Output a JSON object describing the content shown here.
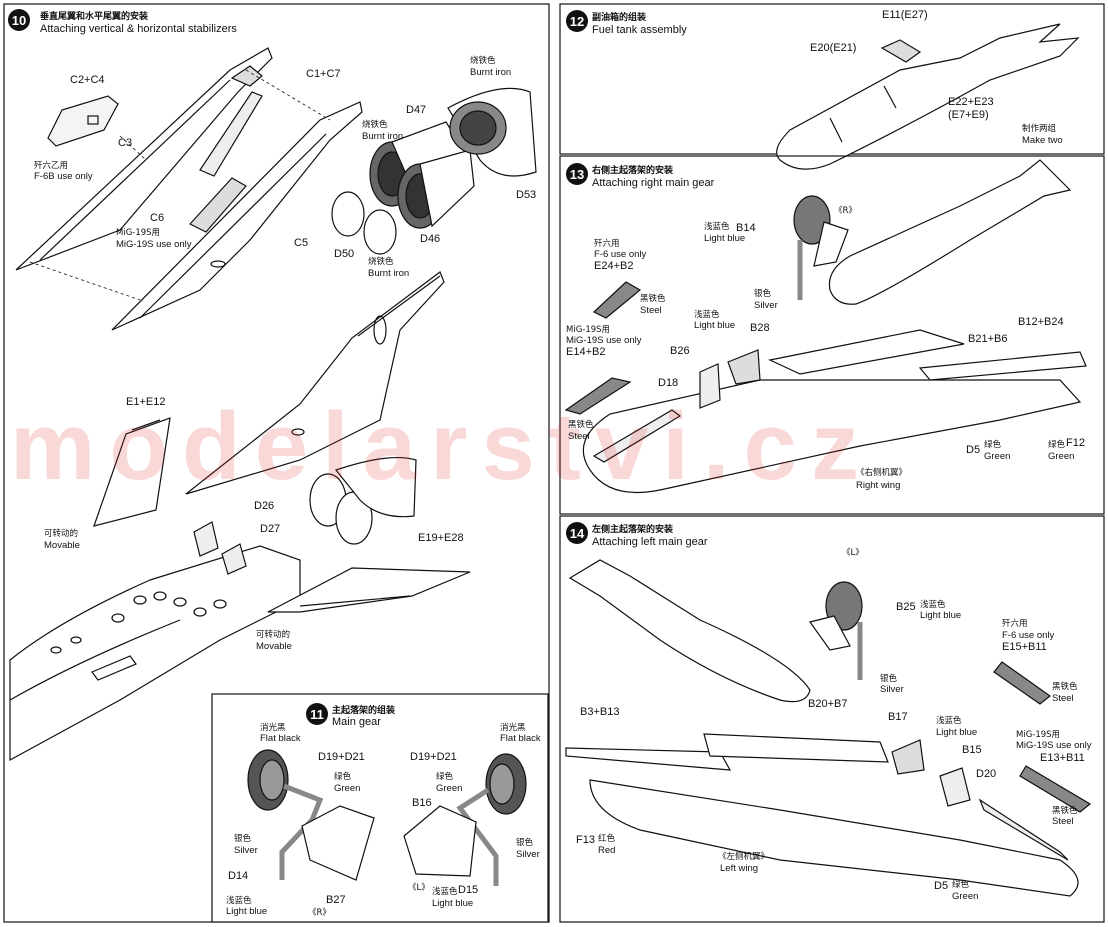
{
  "watermark": "modelarstvi.cz",
  "step10": {
    "num": "10",
    "title_cn": "垂直尾翼和水平尾翼的安装",
    "title_en": "Attaching vertical & horizontal stabilizers",
    "labels": {
      "c2c4": "C2+C4",
      "c1c7": "C1+C7",
      "c3": "C3",
      "c6": "C6",
      "c5": "C5",
      "f6b_cn": "歼六乙用",
      "f6b_en": "F-6B use only",
      "mig_cn": "MiG-19S用",
      "mig_en": "MiG-19S use only",
      "d47": "D47",
      "d50": "D50",
      "d46": "D46",
      "d53": "D53",
      "burnt1_cn": "烧铁色",
      "burnt1_en": "Burnt iron",
      "burnt2_cn": "烧铁色",
      "burnt2_en": "Burnt iron",
      "burnt3_cn": "烧铁色",
      "burnt3_en": "Burnt iron",
      "e1e12": "E1+E12",
      "d26": "D26",
      "d27": "D27",
      "e19e28": "E19+E28",
      "movable1_cn": "可转动的",
      "movable1_en": "Movable",
      "movable2_cn": "可转动的",
      "movable2_en": "Movable"
    }
  },
  "step11": {
    "num": "11",
    "title_cn": "主起落架的组装",
    "title_en": "Main gear",
    "labels": {
      "flat1_cn": "消光黑",
      "flat1_en": "Flat black",
      "flat2_cn": "消光黑",
      "flat2_en": "Flat black",
      "d19d21a": "D19+D21",
      "d19d21b": "D19+D21",
      "green1_cn": "绿色",
      "green1_en": "Green",
      "green2_cn": "绿色",
      "green2_en": "Green",
      "silver1_cn": "银色",
      "silver1_en": "Silver",
      "silver2_cn": "银色",
      "silver2_en": "Silver",
      "d14": "D14",
      "d15": "D15",
      "b27": "B27",
      "b16": "B16",
      "lb1_cn": "浅蓝色",
      "lb1_en": "Light blue",
      "lb2_cn": "浅蓝色",
      "lb2_en": "Light blue",
      "r": "《R》",
      "l": "《L》"
    }
  },
  "step12": {
    "num": "12",
    "title_cn": "副油箱的组装",
    "title_en": "Fuel tank assembly",
    "labels": {
      "e11": "E11(E27)",
      "e20": "E20(E21)",
      "e22": "E22+E23",
      "e7": "(E7+E9)",
      "make_cn": "制作两组",
      "make_en": "Make two"
    }
  },
  "step13": {
    "num": "13",
    "title_cn": "右侧主起落架的安装",
    "title_en": "Attaching right main gear",
    "labels": {
      "r": "《R》",
      "lb_cn": "浅蓝色",
      "lb_en": "Light blue",
      "b14": "B14",
      "f6_cn": "歼六用",
      "f6_en": "F-6 use only",
      "e24b2": "E24+B2",
      "silver_cn": "银色",
      "silver_en": "Silver",
      "steel1_cn": "黑铁色",
      "steel1_en": "Steel",
      "lb2_cn": "浅蓝色",
      "lb2_en": "Light blue",
      "b28": "B28",
      "b21b6": "B21+B6",
      "b12b24": "B12+B24",
      "mig_cn": "MiG-19S用",
      "mig_en": "MiG-19S use only",
      "e14b2": "E14+B2",
      "b26": "B26",
      "d18": "D18",
      "steel2_cn": "黑铁色",
      "steel2_en": "Steel",
      "d5": "D5",
      "green_cn": "绿色",
      "green_en": "Green",
      "green2_cn": "绿色",
      "green2_en": "Green",
      "f12": "F12",
      "rw_cn": "《右侧机翼》",
      "rw_en": "Right wing"
    }
  },
  "step14": {
    "num": "14",
    "title_cn": "左侧主起落架的安装",
    "title_en": "Attaching left main gear",
    "labels": {
      "l": "《L》",
      "b25": "B25",
      "lb_cn": "浅蓝色",
      "lb_en": "Light blue",
      "f6_cn": "歼六用",
      "f6_en": "F-6 use only",
      "e15b11": "E15+B11",
      "silver_cn": "银色",
      "silver_en": "Silver",
      "steel1_cn": "黑铁色",
      "steel1_en": "Steel",
      "b3b13": "B3+B13",
      "b20b7": "B20+B7",
      "b17": "B17",
      "lb2_cn": "浅蓝色",
      "lb2_en": "Light blue",
      "b15": "B15",
      "mig_cn": "MiG-19S用",
      "mig_en": "MiG-19S use only",
      "e13b11": "E13+B11",
      "d20": "D20",
      "steel2_cn": "黑铁色",
      "steel2_en": "Steel",
      "f13": "F13",
      "red_cn": "红色",
      "red_en": "Red",
      "lw_cn": "《左侧机翼》",
      "lw_en": "Left wing",
      "d5": "D5",
      "green_cn": "绿色",
      "green_en": "Green"
    }
  }
}
